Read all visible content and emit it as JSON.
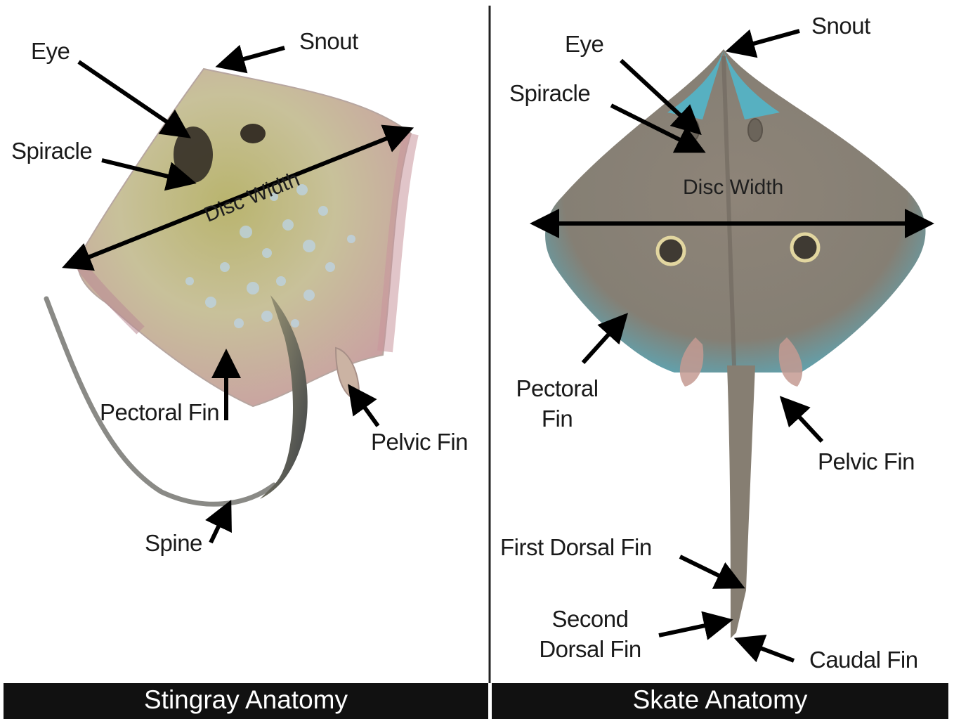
{
  "panels": {
    "left": {
      "caption": "Stingray Anatomy",
      "labels": {
        "eye": "Eye",
        "snout": "Snout",
        "spiracle": "Spiracle",
        "disc_width": "Disc Width",
        "pectoral_fin": "Pectoral Fin",
        "pelvic_fin": "Pelvic Fin",
        "spine": "Spine"
      }
    },
    "right": {
      "caption": "Skate Anatomy",
      "labels": {
        "eye": "Eye",
        "snout": "Snout",
        "spiracle": "Spiracle",
        "disc_width": "Disc Width",
        "pectoral_fin_line1": "Pectoral",
        "pectoral_fin_line2": "Fin",
        "pelvic_fin": "Pelvic Fin",
        "first_dorsal_fin": "First Dorsal Fin",
        "second_dorsal_fin_line1": "Second",
        "second_dorsal_fin_line2": "Dorsal Fin",
        "caudal_fin": "Caudal Fin"
      }
    }
  },
  "colors": {
    "stingray_body": "#c9b89a",
    "stingray_spots": "#b9cfe0",
    "stingray_yellow": "#bfb76a",
    "stingray_rim": "#c79a9e",
    "skate_body": "#8c8478",
    "skate_edge": "#5fb0c4",
    "arrow": "#000000",
    "caption_bar": "#111111"
  }
}
